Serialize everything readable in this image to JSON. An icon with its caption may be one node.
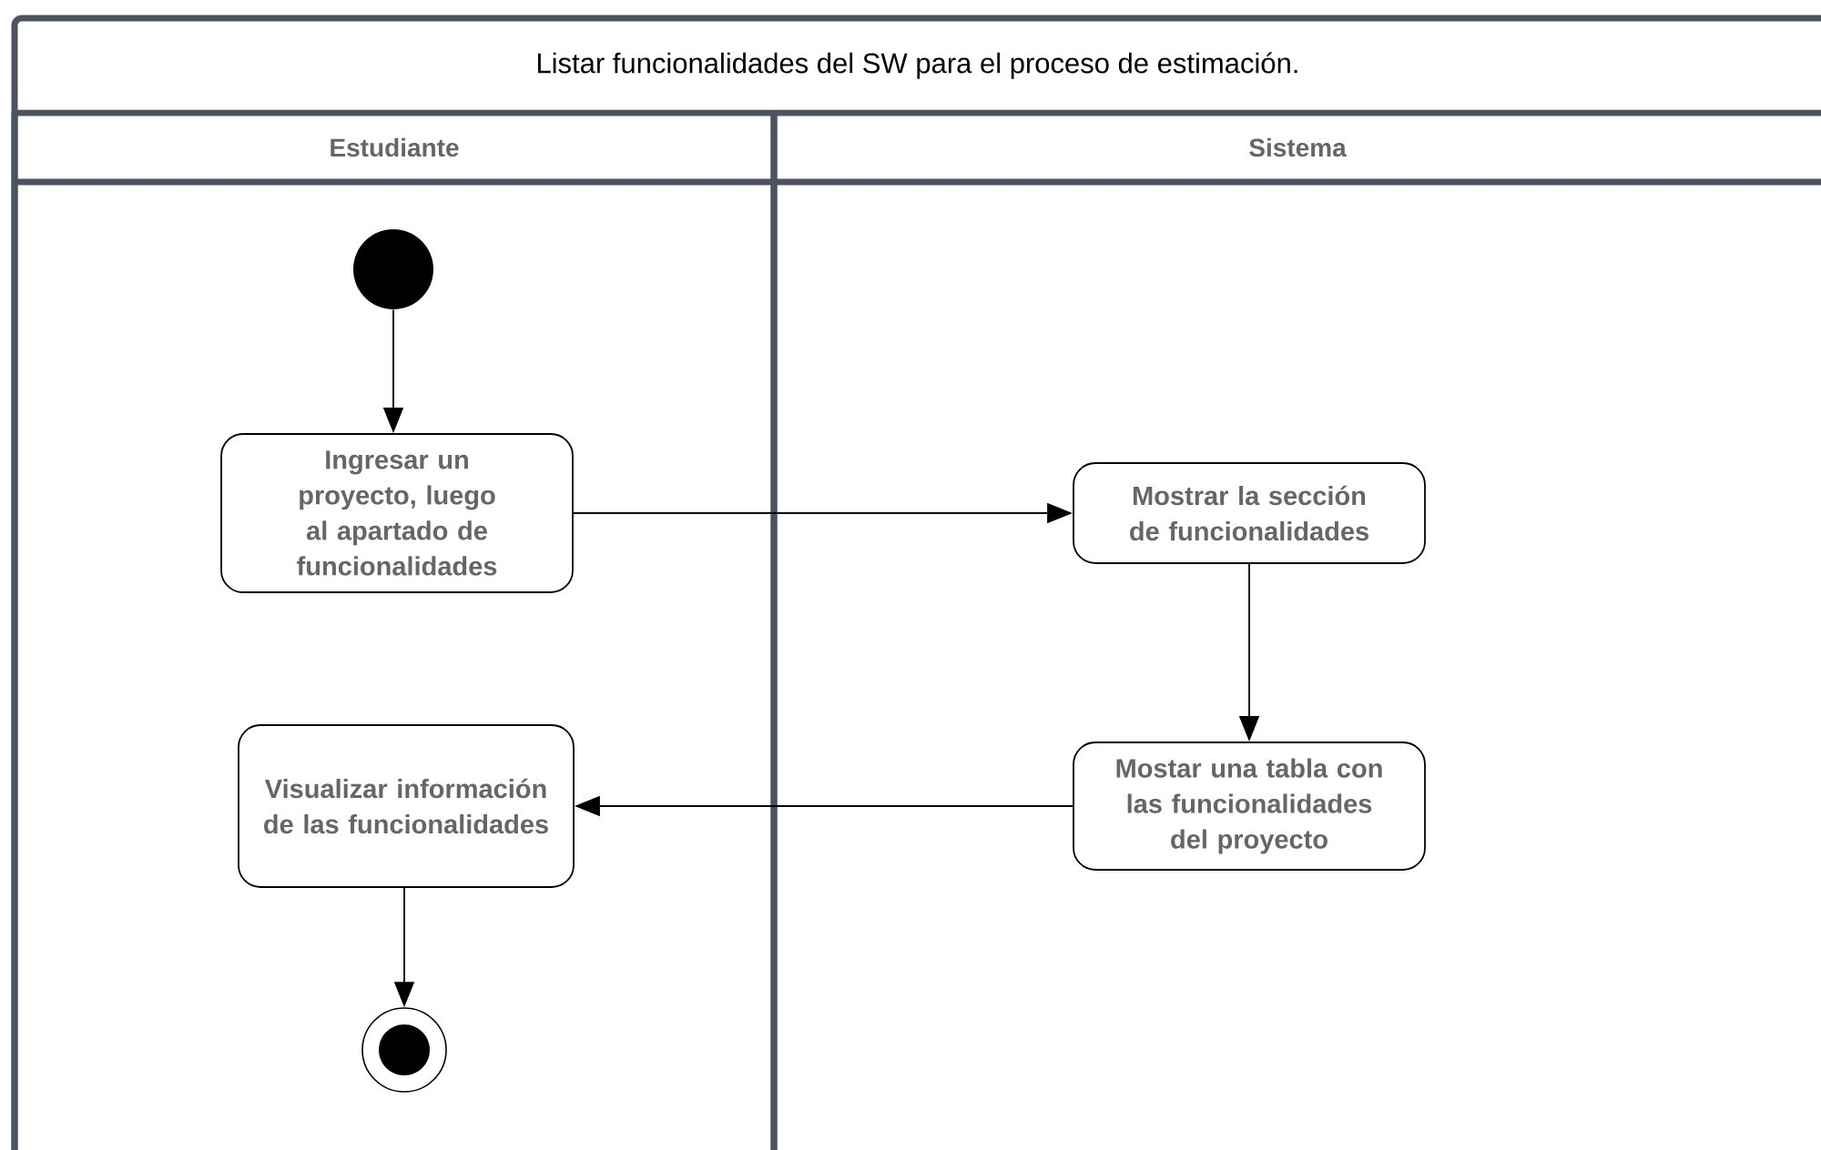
{
  "diagram": {
    "nodes": [
      {
        "text": [
          "Listar funcionalidades del SW para el proceso de estimación."
        ]
      },
      {
        "text": [
          "Estudiante"
        ],
        "in": 0
      },
      {
        "text": [
          "Sistema"
        ],
        "in": 0
      },
      {
        "text": [],
        "shape": "circle",
        "in": 1
      },
      {
        "text": [
          "Ingresar un proyecto, luego al apartado de funcionalidades"
        ],
        "in": 1
      },
      {
        "text": [
          "Mostrar la sección de funcionalidades"
        ],
        "in": 2
      },
      {
        "text": [
          "Mostar una tabla con las funcionalidades del proyecto"
        ],
        "in": 2
      },
      {
        "text": [
          "Visualizar información de las funcionalidades"
        ],
        "in": 1
      },
      {
        "text": [],
        "shape": "circle",
        "in": 1
      }
    ],
    "edges": [
      {
        "from": 3,
        "to": 4,
        "arrow": "to"
      },
      {
        "from": 4,
        "to": 5,
        "arrow": "to"
      },
      {
        "from": 5,
        "to": 6,
        "arrow": "to"
      },
      {
        "from": 6,
        "to": 7,
        "arrow": "to"
      },
      {
        "from": 7,
        "to": 8,
        "arrow": "to"
      }
    ]
  }
}
